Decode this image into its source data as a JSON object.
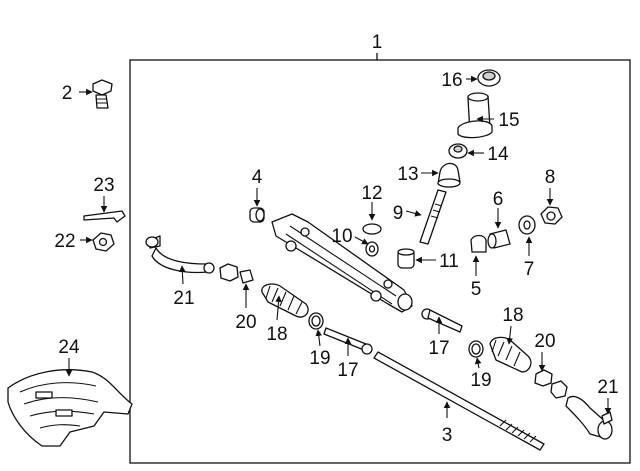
{
  "diagram": {
    "assembly_callout": "1",
    "callouts": [
      {
        "id": "c1",
        "label": "1"
      },
      {
        "id": "c2",
        "label": "2"
      },
      {
        "id": "c3",
        "label": "3"
      },
      {
        "id": "c4",
        "label": "4"
      },
      {
        "id": "c5",
        "label": "5"
      },
      {
        "id": "c6",
        "label": "6"
      },
      {
        "id": "c7",
        "label": "7"
      },
      {
        "id": "c8",
        "label": "8"
      },
      {
        "id": "c9",
        "label": "9"
      },
      {
        "id": "c10",
        "label": "10"
      },
      {
        "id": "c11",
        "label": "11"
      },
      {
        "id": "c12",
        "label": "12"
      },
      {
        "id": "c13",
        "label": "13"
      },
      {
        "id": "c14",
        "label": "14"
      },
      {
        "id": "c15",
        "label": "15"
      },
      {
        "id": "c16",
        "label": "16"
      },
      {
        "id": "c17a",
        "label": "17"
      },
      {
        "id": "c17b",
        "label": "17"
      },
      {
        "id": "c18a",
        "label": "18"
      },
      {
        "id": "c18b",
        "label": "18"
      },
      {
        "id": "c19a",
        "label": "19"
      },
      {
        "id": "c19b",
        "label": "19"
      },
      {
        "id": "c20a",
        "label": "20"
      },
      {
        "id": "c20b",
        "label": "20"
      },
      {
        "id": "c21a",
        "label": "21"
      },
      {
        "id": "c21b",
        "label": "21"
      },
      {
        "id": "c22",
        "label": "22"
      },
      {
        "id": "c23",
        "label": "23"
      },
      {
        "id": "c24",
        "label": "24"
      }
    ]
  }
}
